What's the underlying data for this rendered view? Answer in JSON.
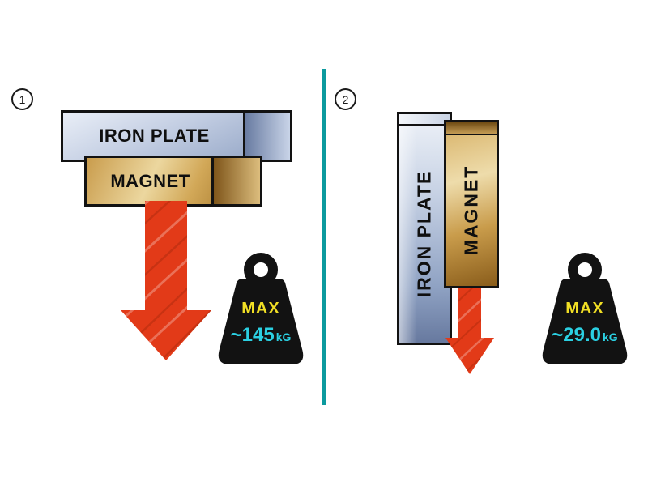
{
  "colors": {
    "divider": "#0c9a9e",
    "arrow": "#e23a18",
    "max_label_text": "#f1df25",
    "value_text": "#2bd0e2",
    "weight_body": "#121212",
    "iron_plate": "#aab9d5",
    "magnet": "#cf9e4a"
  },
  "panel1": {
    "number": "1",
    "iron_plate_label": "IRON PLATE",
    "magnet_label": "MAGNET",
    "weight": {
      "max_label": "MAX",
      "value": "~145",
      "unit": "kG"
    }
  },
  "panel2": {
    "number": "2",
    "iron_plate_label": "IRON PLATE",
    "magnet_label": "MAGNET",
    "weight": {
      "max_label": "MAX",
      "value": "~29.0",
      "unit": "kG"
    }
  }
}
